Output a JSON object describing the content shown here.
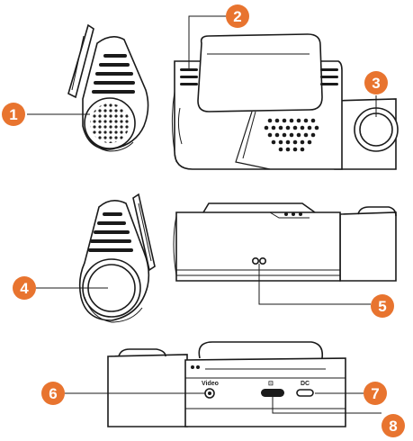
{
  "accent_color": "#E8742F",
  "outline_color": "#1a1a1a",
  "callouts": [
    {
      "number": "1"
    },
    {
      "number": "2"
    },
    {
      "number": "3"
    },
    {
      "number": "4"
    },
    {
      "number": "5"
    },
    {
      "number": "6"
    },
    {
      "number": "7"
    },
    {
      "number": "8"
    }
  ],
  "port_labels": {
    "video": "Video",
    "usb_c": "⊡",
    "dc": "DC"
  }
}
